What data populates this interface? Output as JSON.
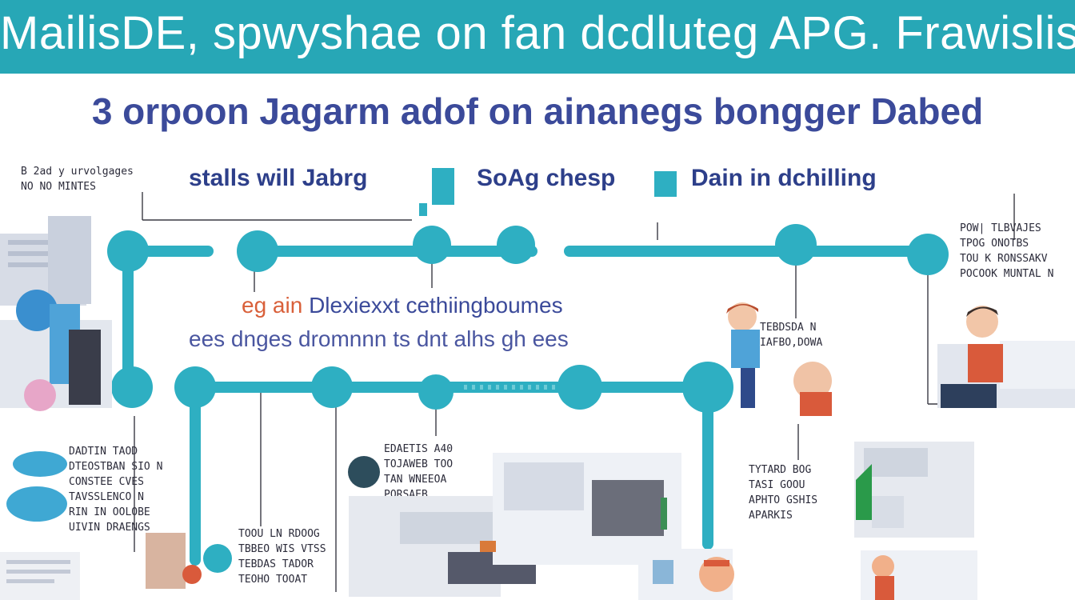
{
  "banner": {
    "title": "MailisDE, spwyshae on fan dcdluteg APG. Frawislis"
  },
  "subtitle": {
    "text": "3 orpoon Jagarm adof on ainanegs bongger Dabed"
  },
  "headings": [
    {
      "id": "h1",
      "text": "stalls will Jabrg"
    },
    {
      "id": "h2",
      "text": "SoAg chesp"
    },
    {
      "id": "h3",
      "text": "Dain in dchilling"
    }
  ],
  "middle": {
    "line1_accent": "eg ain",
    "line1_rest": "Dlexiexxt cethiingboumes",
    "line2": "ees dnges dromnnn ts dnt alhs gh ees"
  },
  "labels": [
    {
      "id": "tl",
      "text": "B 2ad y urvolgages\nNO NO MINTES"
    },
    {
      "id": "tr",
      "text": "POW| TLBVAJES\nTPOG ONOTBS\nTOU K RONSSAKV\nPOCOOK MUNTAL N"
    },
    {
      "id": "mr",
      "text": "TEBDSDA N\nIAFBO,DOWA"
    },
    {
      "id": "bl",
      "text": "DADTIN TAOD\nDTEOSTBAN SIO N\nCONSTEE CVES\nTAVSSLENCO N\nRIN IN OOLOBE\nUIVIN DRAENGS"
    },
    {
      "id": "bc1",
      "text": "TOOU LN RDOOG\nTBBEO WIS VTSS\nTEBDAS TADOR\nTEOHO TOOAT"
    },
    {
      "id": "bc2",
      "text": "EDAETIS A40\nTOJAWEB TOO\nTAN WNEEOA\nPORSAEB"
    },
    {
      "id": "br",
      "text": "TYTARD BOG\nTASI GOOU\nAPHTO GSHIS\nAPARKIS"
    }
  ],
  "colors": {
    "banner": "#27a7b6",
    "node": "#2eafc2",
    "accent": "#d9603a",
    "heading": "#2d3f8a"
  }
}
